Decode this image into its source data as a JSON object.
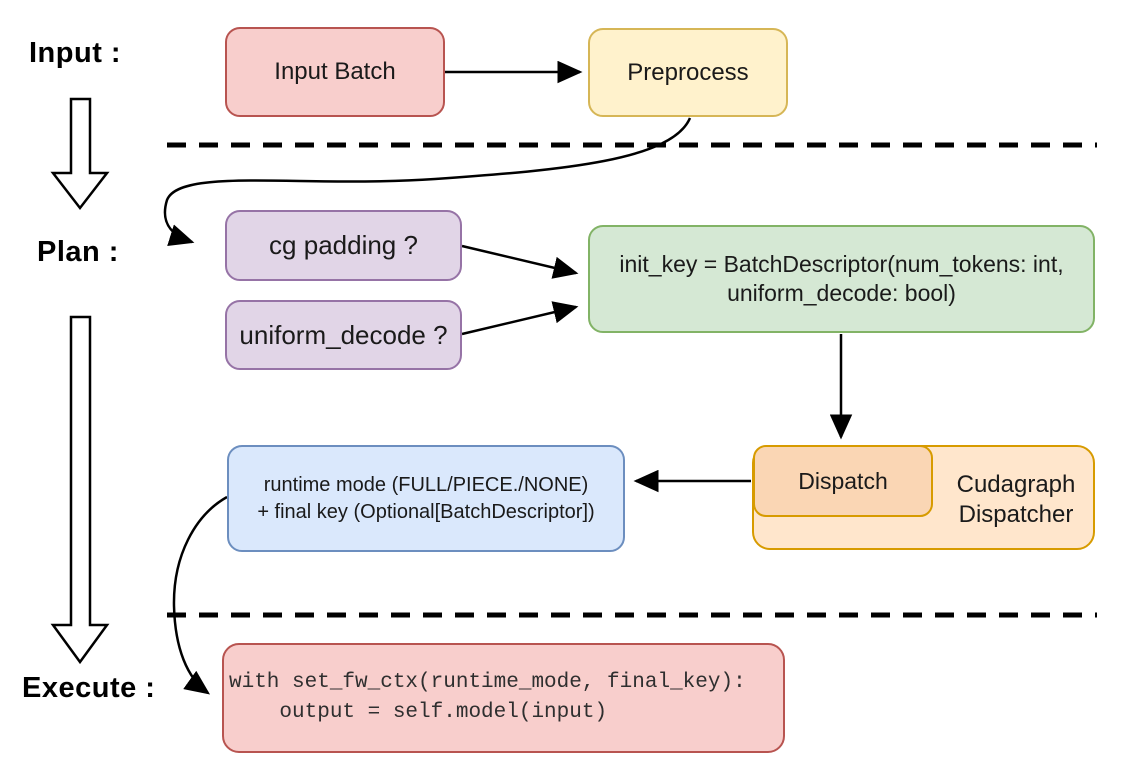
{
  "labels": {
    "input": "Input :",
    "plan": "Plan :",
    "execute": "Execute :"
  },
  "nodes": {
    "input_batch": {
      "label": "Input Batch"
    },
    "preprocess": {
      "label": "Preprocess"
    },
    "cg_padding": {
      "label": "cg padding ?"
    },
    "uniform_decode": {
      "label": "uniform_decode ?"
    },
    "init_key": {
      "line1": "init_key = BatchDescriptor(num_tokens: int,",
      "line2": "uniform_decode: bool)"
    },
    "dispatch": {
      "label": "Dispatch"
    },
    "cudagraph_dispatcher": {
      "line1": "Cudagraph",
      "line2": "Dispatcher"
    },
    "runtime_mode": {
      "line1": "runtime mode (FULL/PIECE./NONE)",
      "line2": "+ final key (Optional[BatchDescriptor])"
    },
    "execute_code": {
      "line1": "with set_fw_ctx(runtime_mode, final_key):",
      "line2": "    output = self.model(input)"
    }
  },
  "colors": {
    "red_fill": "#f8cecc",
    "red_stroke": "#b85450",
    "yellow_fill": "#fff2cc",
    "yellow_stroke": "#d6b656",
    "purple_fill": "#e1d5e7",
    "purple_stroke": "#9673a6",
    "green_fill": "#d5e8d4",
    "green_stroke": "#82b366",
    "blue_fill": "#dae8fc",
    "blue_stroke": "#6c8ebf",
    "orange_outer_fill": "#ffe6cc",
    "orange_inner_fill": "#fad6b4",
    "orange_stroke": "#d79b00",
    "connector": "#000000",
    "text": "#1a1a1a",
    "code_text": "#2f2f2f"
  }
}
